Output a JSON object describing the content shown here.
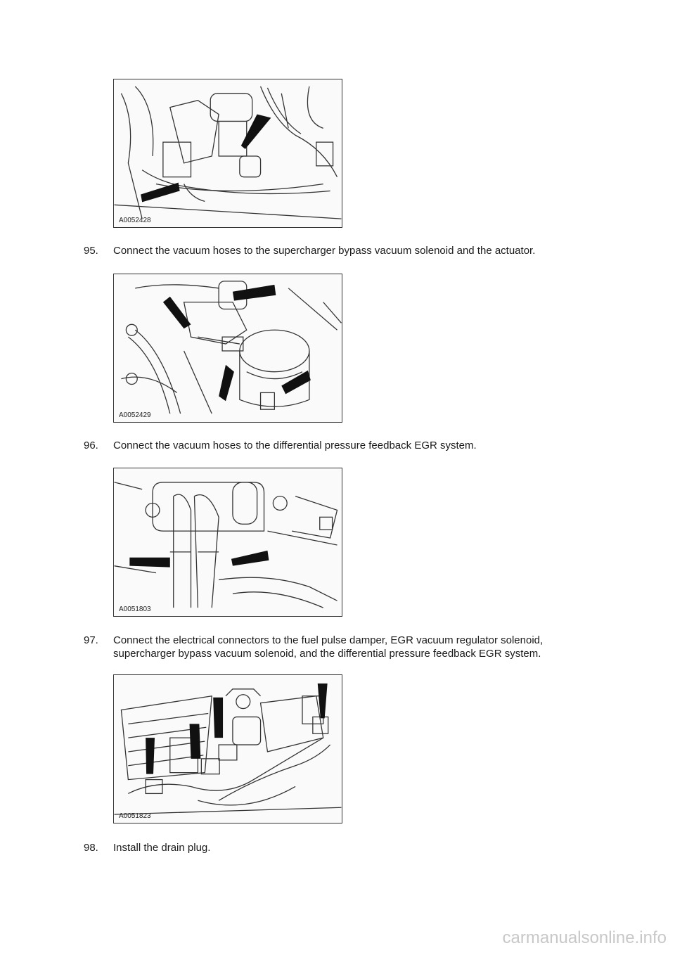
{
  "figures": [
    {
      "id": "A0052428"
    },
    {
      "id": "A0052429"
    },
    {
      "id": "A0051803"
    },
    {
      "id": "A0051823"
    }
  ],
  "steps": [
    {
      "number": "95.",
      "text": "Connect the vacuum hoses to the supercharger bypass vacuum solenoid and the actuator."
    },
    {
      "number": "96.",
      "text": "Connect the vacuum hoses to the differential pressure feedback EGR system."
    },
    {
      "number": "97.",
      "text": "Connect the electrical connectors to the fuel pulse damper, EGR vacuum regulator solenoid, supercharger bypass vacuum solenoid, and the differential pressure feedback EGR system."
    },
    {
      "number": "98.",
      "text": "Install the drain plug."
    }
  ],
  "watermark": "carmanualsonline.info"
}
